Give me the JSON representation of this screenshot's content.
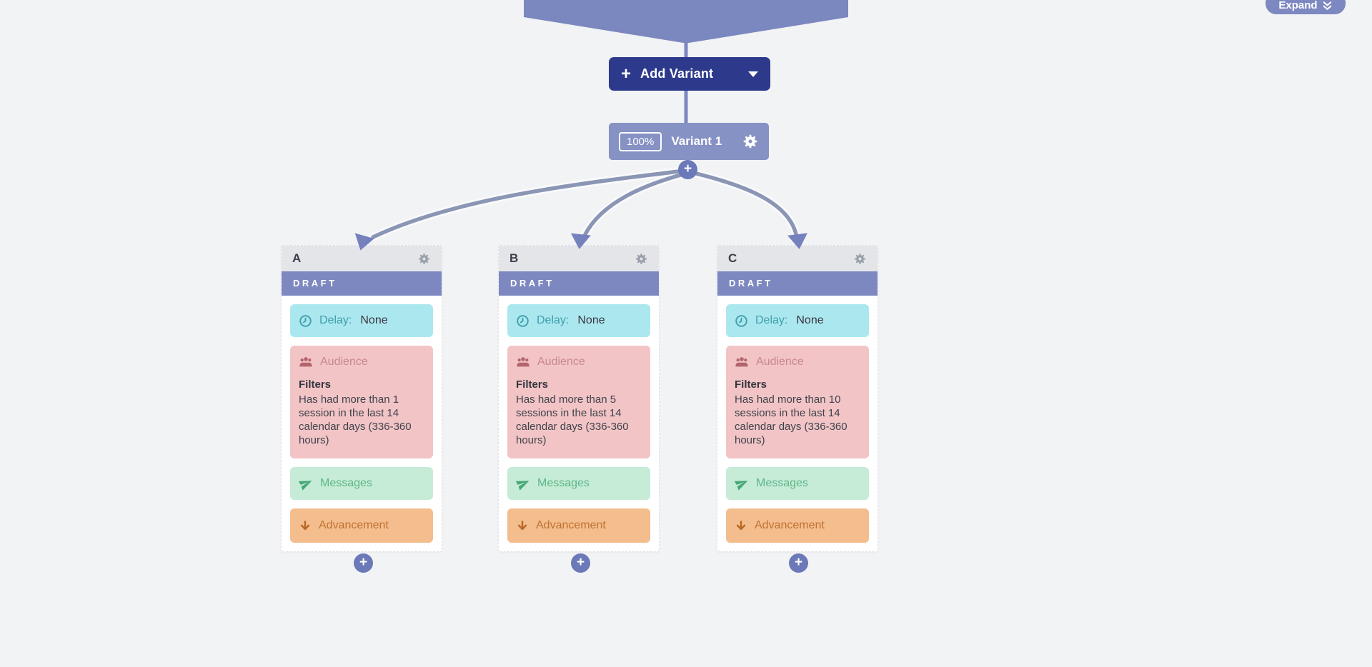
{
  "canvas": {
    "background": "#f2f3f5"
  },
  "expand_button": {
    "label": "Expand",
    "icon": "double-chevron-down-icon"
  },
  "add_variant_button": {
    "label": "Add Variant",
    "plus_icon": "plus-icon",
    "caret_icon": "caret-down-icon"
  },
  "variant_node": {
    "percent": "100%",
    "label": "Variant 1",
    "gear_icon": "gear-icon"
  },
  "glyphs": {
    "plus": "+"
  },
  "cards": [
    {
      "letter": "A",
      "status": "DRAFT",
      "delay_label": "Delay:",
      "delay_value": "None",
      "audience_label": "Audience",
      "filters_heading": "Filters",
      "filter_text": "Has had more than 1 session in the last 14 calendar days (336-360 hours)",
      "messages_label": "Messages",
      "advancement_label": "Advancement"
    },
    {
      "letter": "B",
      "status": "DRAFT",
      "delay_label": "Delay:",
      "delay_value": "None",
      "audience_label": "Audience",
      "filters_heading": "Filters",
      "filter_text": "Has had more than 5 sessions in the last 14 calendar days (336-360 hours)",
      "messages_label": "Messages",
      "advancement_label": "Advancement"
    },
    {
      "letter": "C",
      "status": "DRAFT",
      "delay_label": "Delay:",
      "delay_value": "None",
      "audience_label": "Audience",
      "filters_heading": "Filters",
      "filter_text": "Has had more than 10 sessions in the last 14 calendar days (336-360 hours)",
      "messages_label": "Messages",
      "advancement_label": "Advancement"
    }
  ],
  "colors": {
    "background": "#f2f3f5",
    "flow_purple": "#7b87bf",
    "navy_button": "#2d3a8c",
    "variant_node": "#8691c4",
    "card_header_bg": "#e4e5e9",
    "draft_bar": "#7d88c1",
    "delay_bg": "#abe7ee",
    "delay_accent": "#3f9fae",
    "audience_bg": "#f2c4c6",
    "audience_accent": "#c9878d",
    "messages_bg": "#c6ebd7",
    "messages_accent": "#5cb888",
    "advancement_bg": "#f4bd8e",
    "advancement_accent": "#c0732f",
    "arrow_stroke": "#8b96b5",
    "arrowhead": "#7481bd",
    "plus_circle": "#6b79b8"
  }
}
